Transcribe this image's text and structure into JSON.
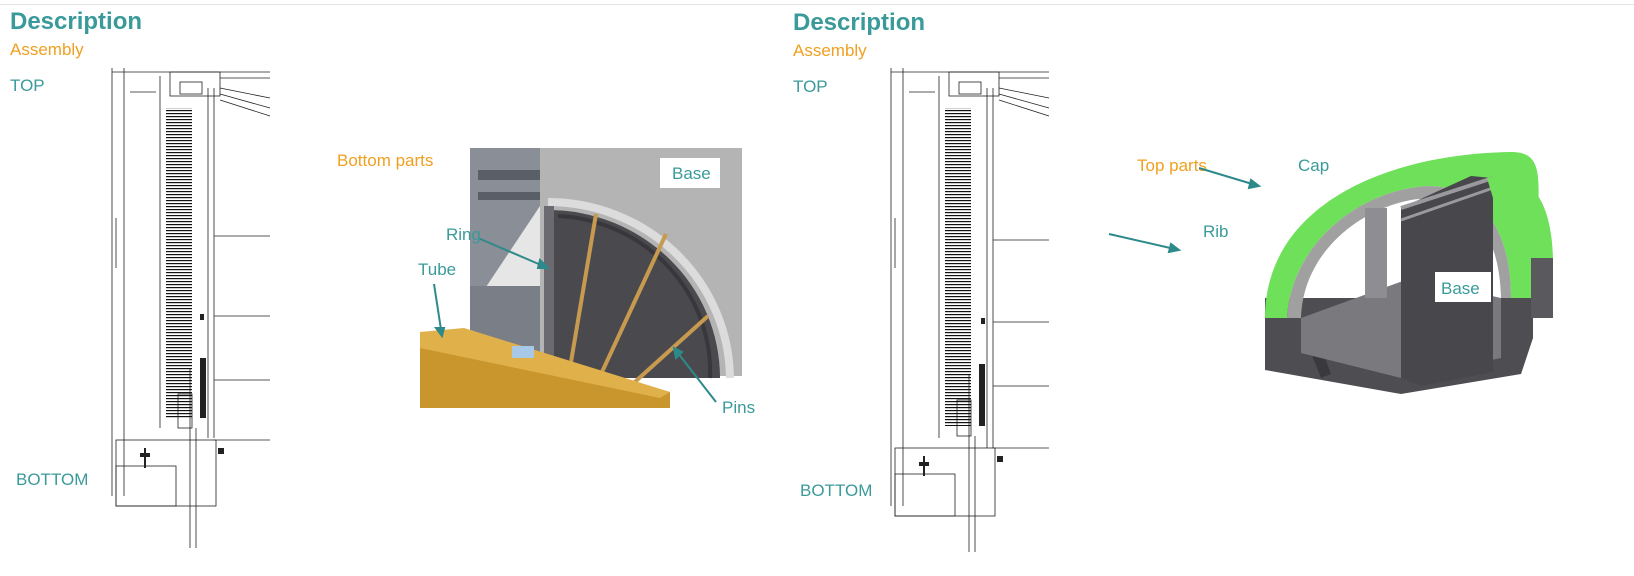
{
  "left_panel": {
    "title": "Description",
    "subtitle": "Assembly",
    "top_label": "TOP",
    "bottom_label": "BOTTOM",
    "section_label": "Bottom parts",
    "callouts": {
      "base": "Base",
      "ring": "Ring",
      "tube": "Tube",
      "pins": "Pins"
    }
  },
  "right_panel": {
    "title": "Description",
    "subtitle": "Assembly",
    "top_label": "TOP",
    "bottom_label": "BOTTOM",
    "section_label": "Top parts",
    "callouts": {
      "cap": "Cap",
      "rib": "Rib",
      "base": "Base"
    }
  },
  "colors": {
    "heading": "#3a9a9a",
    "accent": "#f0a020",
    "cap_green": "#6fe05a",
    "tube_gold": "#c89a30",
    "dark_metal": "#4a4a4e",
    "light_metal": "#b4b4b4"
  }
}
